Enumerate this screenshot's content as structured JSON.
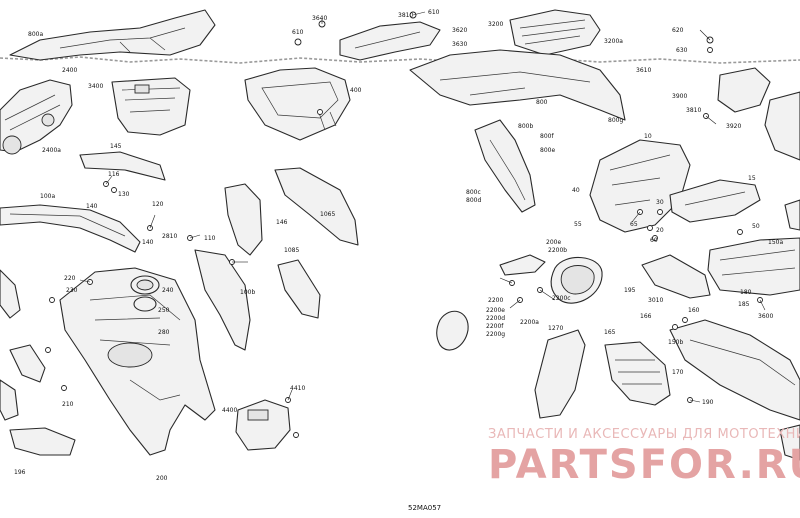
{
  "diagram": {
    "reference_code": "52MA057",
    "watermark": {
      "tagline": "ЗАПЧАСТИ И АКСЕССУАРЫ ДЛЯ МОТОТЕХНИКИ",
      "brand": "PARTSFOR.RU"
    },
    "callouts": [
      "800a",
      "3640",
      "610",
      "3810",
      "610",
      "3200",
      "3620",
      "3630",
      "3200a",
      "620",
      "630",
      "2400",
      "3400",
      "400",
      "800",
      "3610",
      "3900",
      "3810",
      "3920",
      "2400a",
      "145",
      "800b",
      "800f",
      "800e",
      "800g",
      "10",
      "40",
      "15",
      "116",
      "130",
      "140",
      "100a",
      "800c",
      "800d",
      "120",
      "140",
      "146",
      "1065",
      "50",
      "150a",
      "55",
      "65",
      "20",
      "30",
      "60",
      "2810",
      "110",
      "1085",
      "220",
      "230",
      "200e",
      "2200b",
      "2200c",
      "2200a",
      "2200",
      "2200e",
      "2200d",
      "2200f",
      "2200g",
      "100b",
      "195",
      "3010",
      "180",
      "185",
      "166",
      "160",
      "3600",
      "280",
      "250",
      "240",
      "165",
      "150b",
      "170",
      "190",
      "1270",
      "210",
      "4410",
      "4400",
      "200",
      "196"
    ]
  }
}
